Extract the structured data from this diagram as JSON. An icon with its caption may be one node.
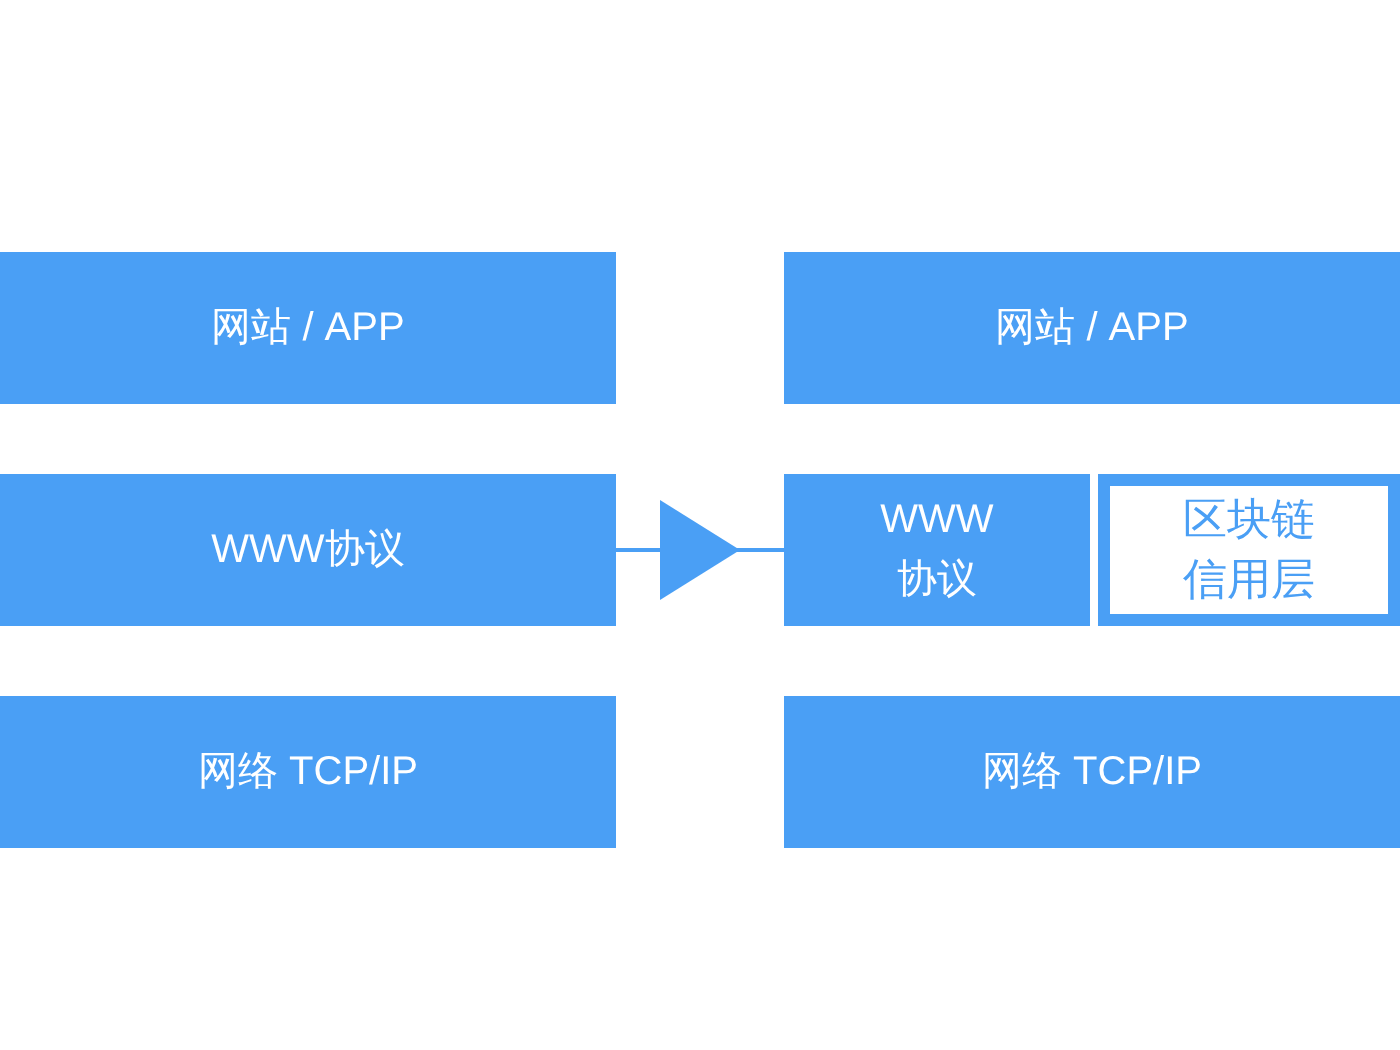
{
  "diagram": {
    "nodes": [
      {
        "text": [
          "网站 / APP"
        ]
      },
      {
        "text": [
          "WWW协议"
        ]
      },
      {
        "text": [
          "网络 TCP/IP"
        ]
      },
      {
        "text": [
          "网站 / APP"
        ]
      },
      {
        "text": [
          "WWW协议"
        ]
      },
      {
        "text": [
          "区块链信用层"
        ]
      },
      {
        "text": [
          "网络 TCP/IP"
        ]
      }
    ],
    "edges": [
      {
        "from": 1,
        "to": 4,
        "arrow": "to"
      }
    ]
  }
}
